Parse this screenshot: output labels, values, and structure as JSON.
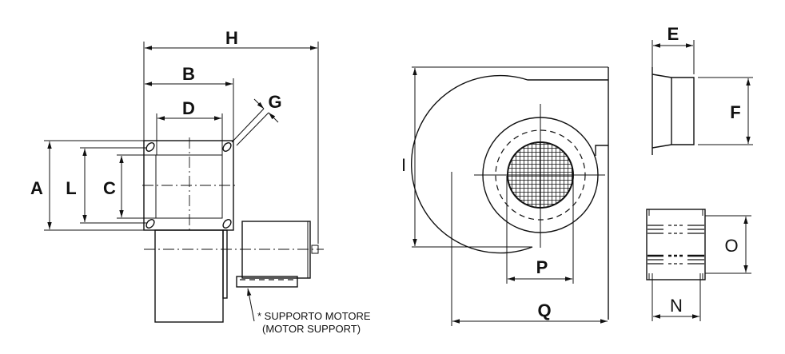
{
  "dimensions": {
    "H": "H",
    "B": "B",
    "D": "D",
    "G": "G",
    "A": "A",
    "L": "L",
    "C": "C",
    "I": "I",
    "P": "P",
    "Q": "Q",
    "E": "E",
    "F": "F",
    "O": "O",
    "N": "N"
  },
  "note": {
    "line1": "* SUPPORTO MOTORE",
    "line2": "(MOTOR SUPPORT)"
  },
  "colors": {
    "ink": "#111111",
    "background": "#ffffff"
  }
}
